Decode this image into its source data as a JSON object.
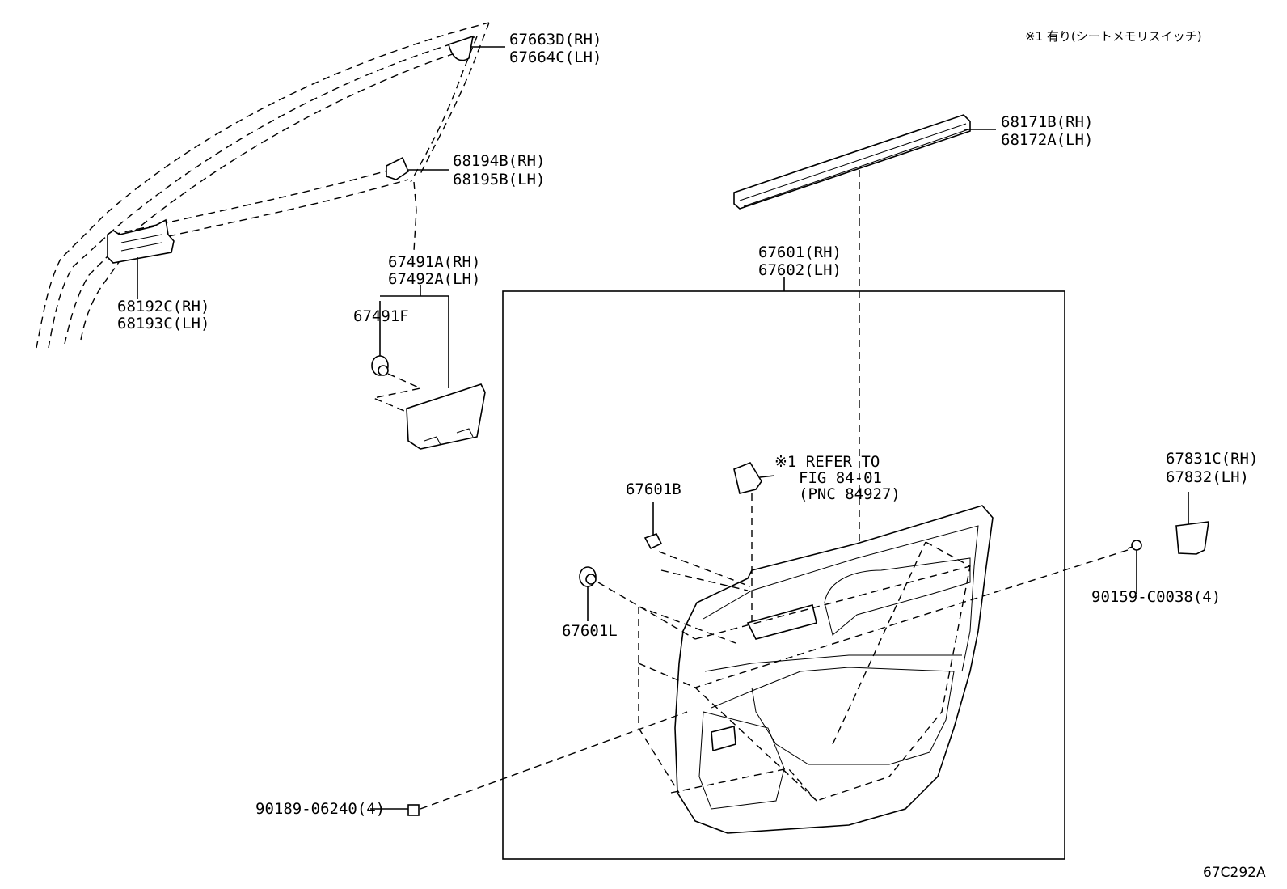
{
  "header": {
    "note": "※1 有り(シートメモリスイッチ)"
  },
  "callouts": {
    "p67663d": "67663D(RH)",
    "p67664c": "67664C(LH)",
    "p68194b": "68194B(RH)",
    "p68195b": "68195B(LH)",
    "p68192c": "68192C(RH)",
    "p68193c": "68193C(LH)",
    "p67491a": "67491A(RH)",
    "p67492a": "67492A(LH)",
    "p67491f": "67491F",
    "p68171b": "68171B(RH)",
    "p68172a": "68172A(LH)",
    "p67601": "67601(RH)",
    "p67602": "67602(LH)",
    "p67601b": "67601B",
    "p67601l": "67601L",
    "p67831c": "67831C(RH)",
    "p67832": "67832(LH)",
    "p90159": "90159-C0038(4)",
    "p90189": "90189-06240(4)"
  },
  "refer": {
    "line1": "※1 REFER TO",
    "line2": "FIG 84-01",
    "line3": "(PNC 84927)"
  },
  "footer": {
    "code": "67C292A"
  }
}
